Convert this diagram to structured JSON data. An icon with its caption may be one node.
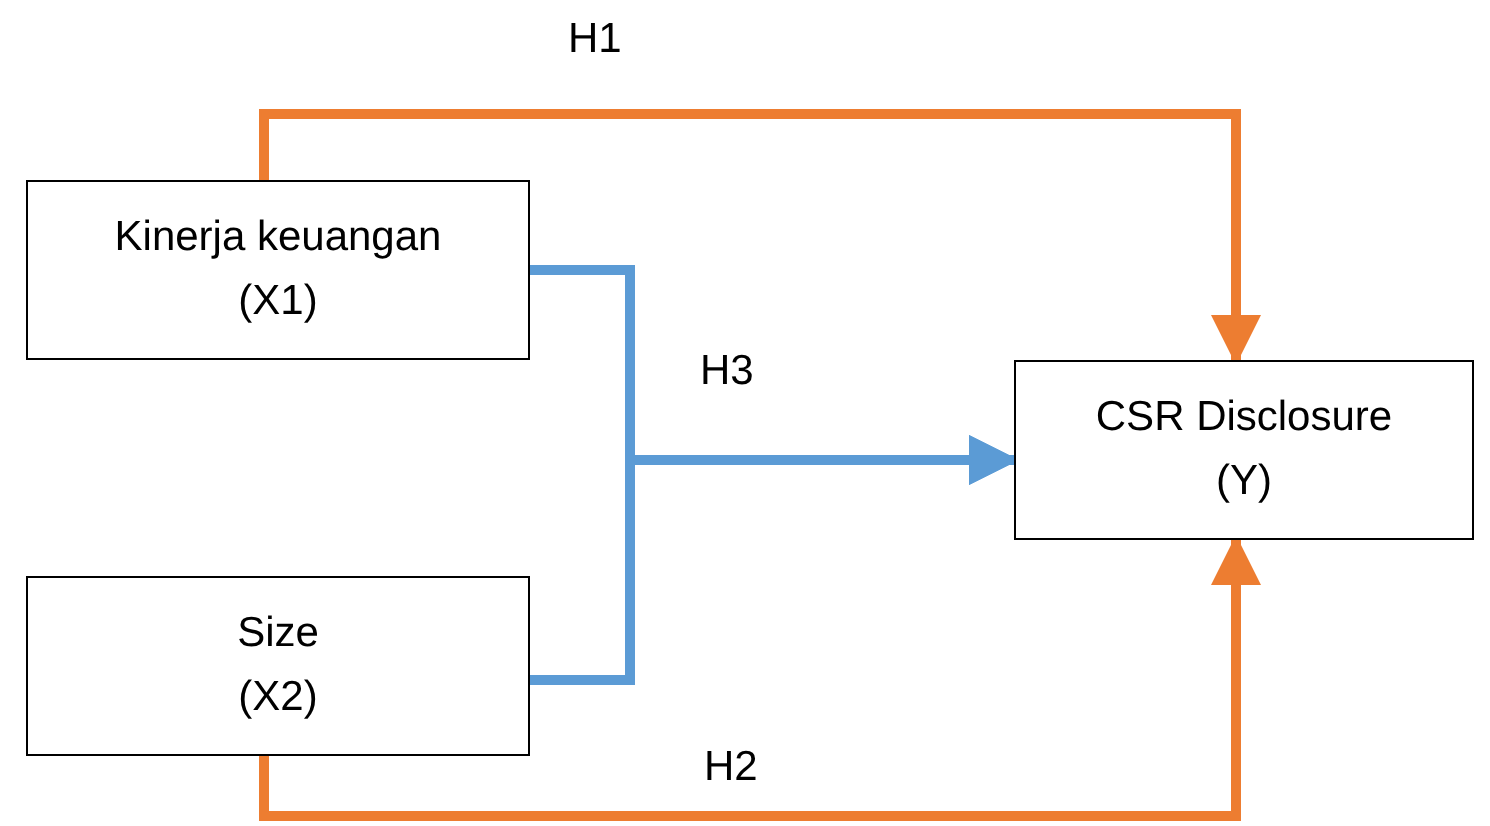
{
  "diagram": {
    "nodes": [
      {
        "text": [
          "Kinerja keuangan",
          "(X1)"
        ]
      },
      {
        "text": [
          "Size",
          "(X2)"
        ]
      },
      {
        "text": [
          "CSR Disclosure",
          "(Y)"
        ]
      }
    ],
    "edges": [
      {
        "from": 0,
        "to": 2,
        "arrow": "to",
        "label": "H1",
        "color": "#ed7d31"
      },
      {
        "from": 0,
        "to": 2,
        "arrow": "to",
        "label": "H3",
        "color": "#5b9bd5"
      },
      {
        "from": 1,
        "to": 2,
        "arrow": "to",
        "color": "#5b9bd5"
      },
      {
        "from": 1,
        "to": 2,
        "arrow": "to",
        "label": "H2",
        "color": "#ed7d31"
      }
    ]
  }
}
